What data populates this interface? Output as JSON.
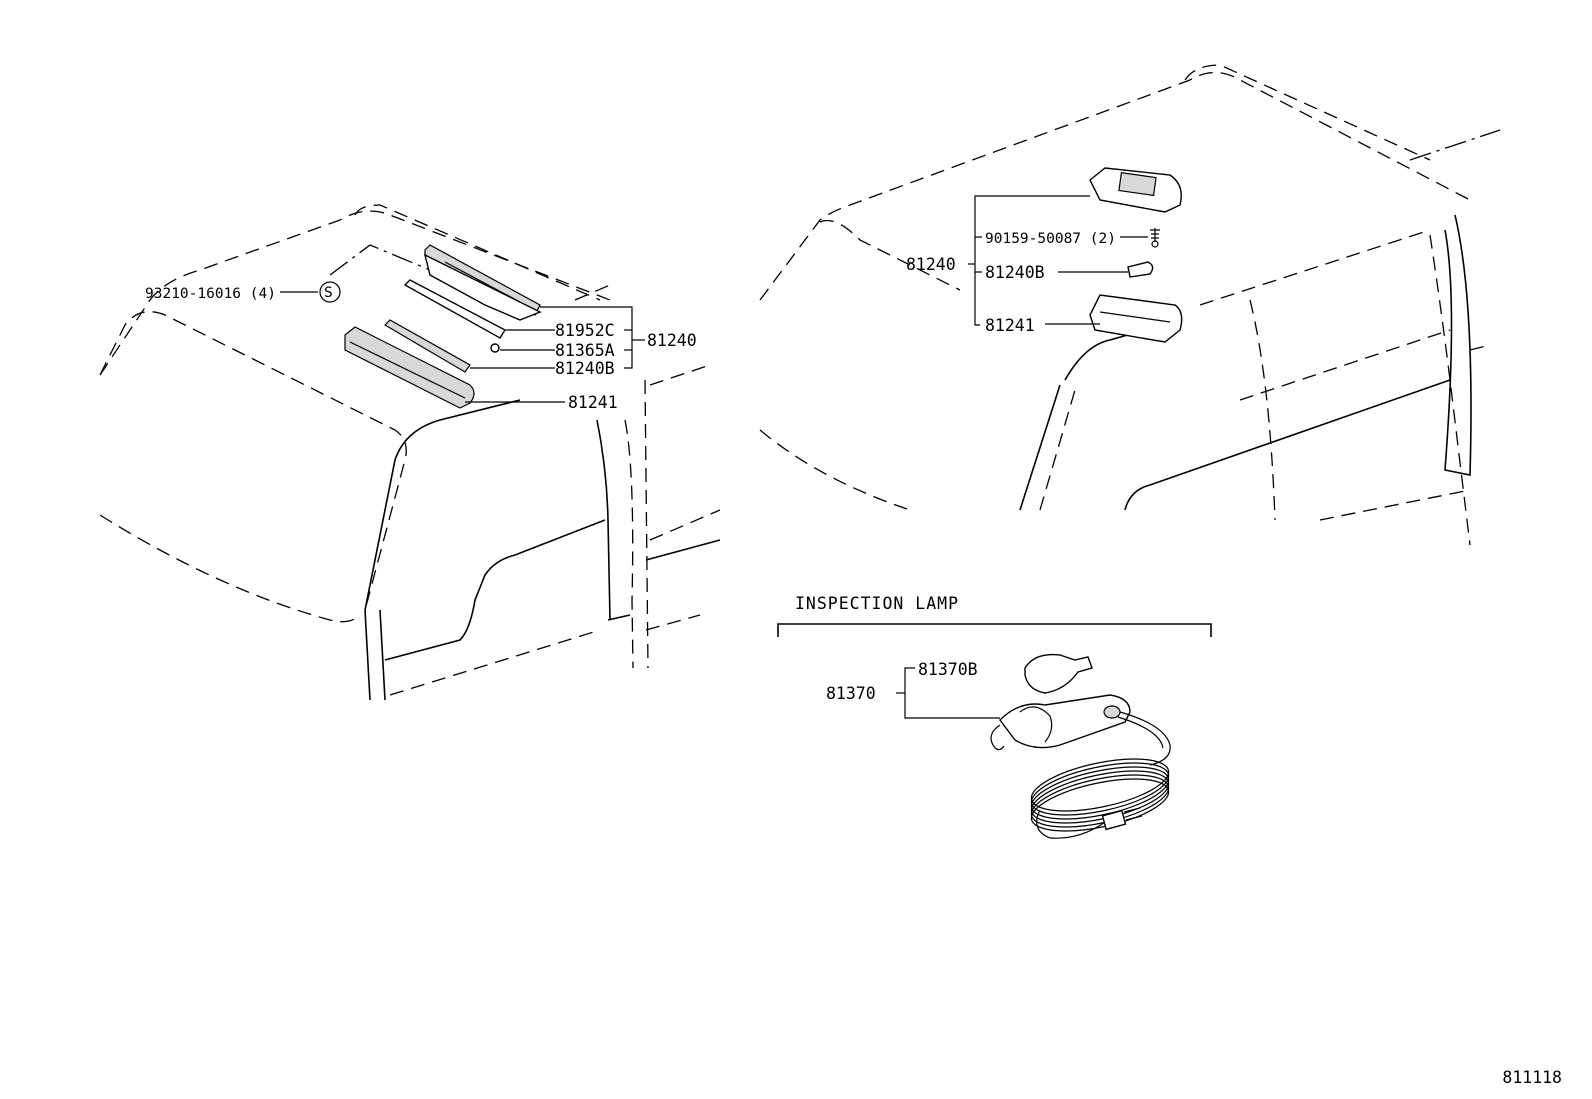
{
  "diagram_id": "811118",
  "left_assembly": {
    "labels": {
      "screw": "93210-16016 (4)",
      "screw_symbol": "S",
      "lens_gasket": "81952C",
      "cover_clip": "81365A",
      "bulb": "81240B",
      "lens": "81241",
      "assembly": "81240"
    }
  },
  "right_assembly": {
    "labels": {
      "assembly": "81240",
      "screw": "90159-50087 (2)",
      "bulb": "81240B",
      "lens": "81241"
    }
  },
  "inspection_lamp": {
    "title": "INSPECTION LAMP",
    "labels": {
      "assembly": "81370",
      "bulb": "81370B"
    }
  }
}
